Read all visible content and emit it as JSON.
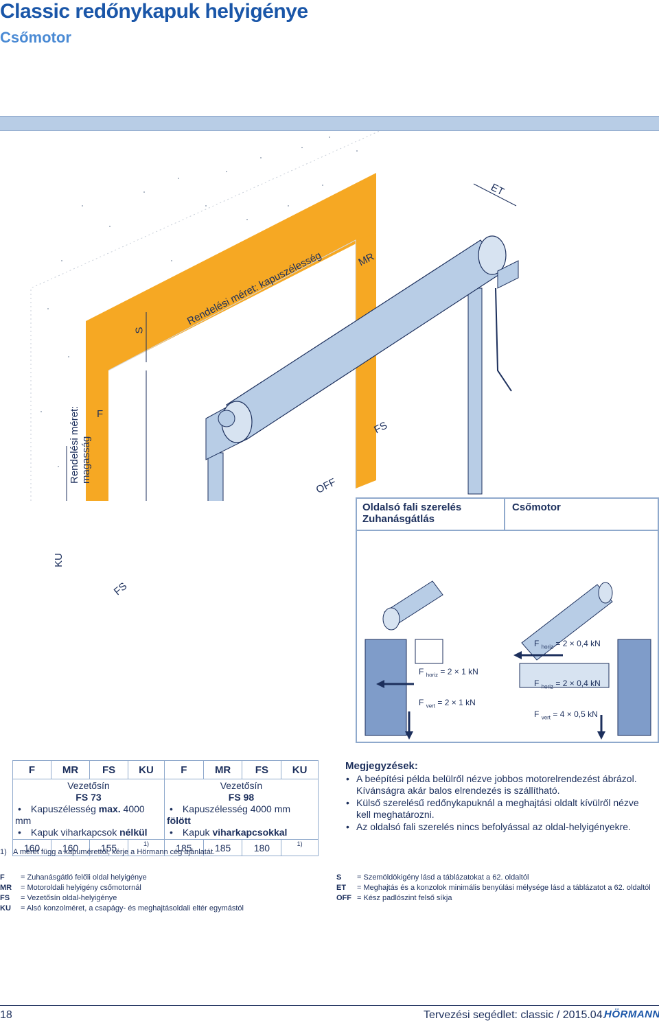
{
  "page": {
    "title": "Classic redőnykapuk helyigénye",
    "subtitle": "Csőmotor"
  },
  "drawing": {
    "labels": {
      "et": "ET",
      "mr": "MR",
      "s": "S",
      "width": "Rendelési méret: kapuszélesség",
      "f": "F",
      "fs_right": "FS",
      "off": "OFF",
      "height": "Rendelési méret: magasság",
      "ku": "KU",
      "fs_bottom": "FS"
    }
  },
  "inset": {
    "left_header": [
      "Oldalsó fali szerelés",
      "Zuhanásgátlás"
    ],
    "right_header": "Csőmotor",
    "forces": {
      "left_horiz": "= 2 × 1 kN",
      "left_vert": "= 2 × 1 kN",
      "right_horiz_top": "= 2 × 0,4 kN",
      "right_horiz_mid": "= 2 × 0,4 kN",
      "right_vert": "= 4 × 0,5 kN",
      "f": "F",
      "horiz": "horiz",
      "vert": "vert"
    }
  },
  "table": {
    "headers": [
      "F",
      "MR",
      "FS",
      "KU",
      "F",
      "MR",
      "FS",
      "KU"
    ],
    "left": {
      "rail_label": "Vezetősín",
      "rail": "FS 73",
      "w_pre": "Kapuszélesség ",
      "w_bold": "max.",
      "w_post": " 4000 mm",
      "s_pre": "Kapuk viharkapcsok ",
      "s_bold": "nélkül",
      "values": [
        "160",
        "160",
        "155",
        "1)"
      ]
    },
    "right": {
      "rail_label": "Vezetősín",
      "rail": "FS 98",
      "w_pre": "Kapuszélesség 4000 mm ",
      "w_bold": "fölött",
      "s_pre": "Kapuk ",
      "s_bold": "viharkapcsokkal",
      "values": [
        "185",
        "185",
        "180",
        "1)"
      ]
    }
  },
  "notes": {
    "heading": "Megjegyzések:",
    "items": [
      "A beépítési példa belülről nézve jobbos motorelrendezést ábrázol. Kívánságra akár balos elrendezés is szállítható.",
      "Külső szerelésű redőnykapuknál a meghajtási oldalt kívülről nézve kell meghatározni.",
      "Az oldalsó fali szerelés nincs befolyással az oldal-helyigényekre."
    ]
  },
  "footnote": {
    "mark": "1)",
    "text": "A méret függ a kapumérettől, kérje a Hörmann cég ajánlatát."
  },
  "legend": {
    "left": [
      {
        "key": "F",
        "text": "= Zuhanásgátló felőli oldal helyigénye"
      },
      {
        "key": "MR",
        "text": "= Motoroldali helyigény csőmotornál"
      },
      {
        "key": "FS",
        "text": "= Vezetősín oldal-helyigénye"
      },
      {
        "key": "KU",
        "text": "= Alsó konzolméret, a csapágy- és meghajtásoldali eltér egymástól"
      }
    ],
    "right": [
      {
        "key": "S",
        "text": "= Szemöldökigény lásd a táblázatokat a 62. oldaltól"
      },
      {
        "key": "ET",
        "text": "= Meghajtás és a konzolok minimális benyúlási mélysége lásd a táblázatot a 62. oldaltól"
      },
      {
        "key": "OFF",
        "text": "= Kész padlószint felső síkja"
      }
    ]
  },
  "footer": {
    "page_number": "18",
    "doc": "Tervezési segédlet: classic / 2015.04.",
    "brand": "HÖRMANN"
  },
  "colors": {
    "blue_dark": "#1a56a8",
    "blue_light": "#b8cde6",
    "orange": "#f6a823",
    "wall_blue": "#7f9cc9"
  }
}
